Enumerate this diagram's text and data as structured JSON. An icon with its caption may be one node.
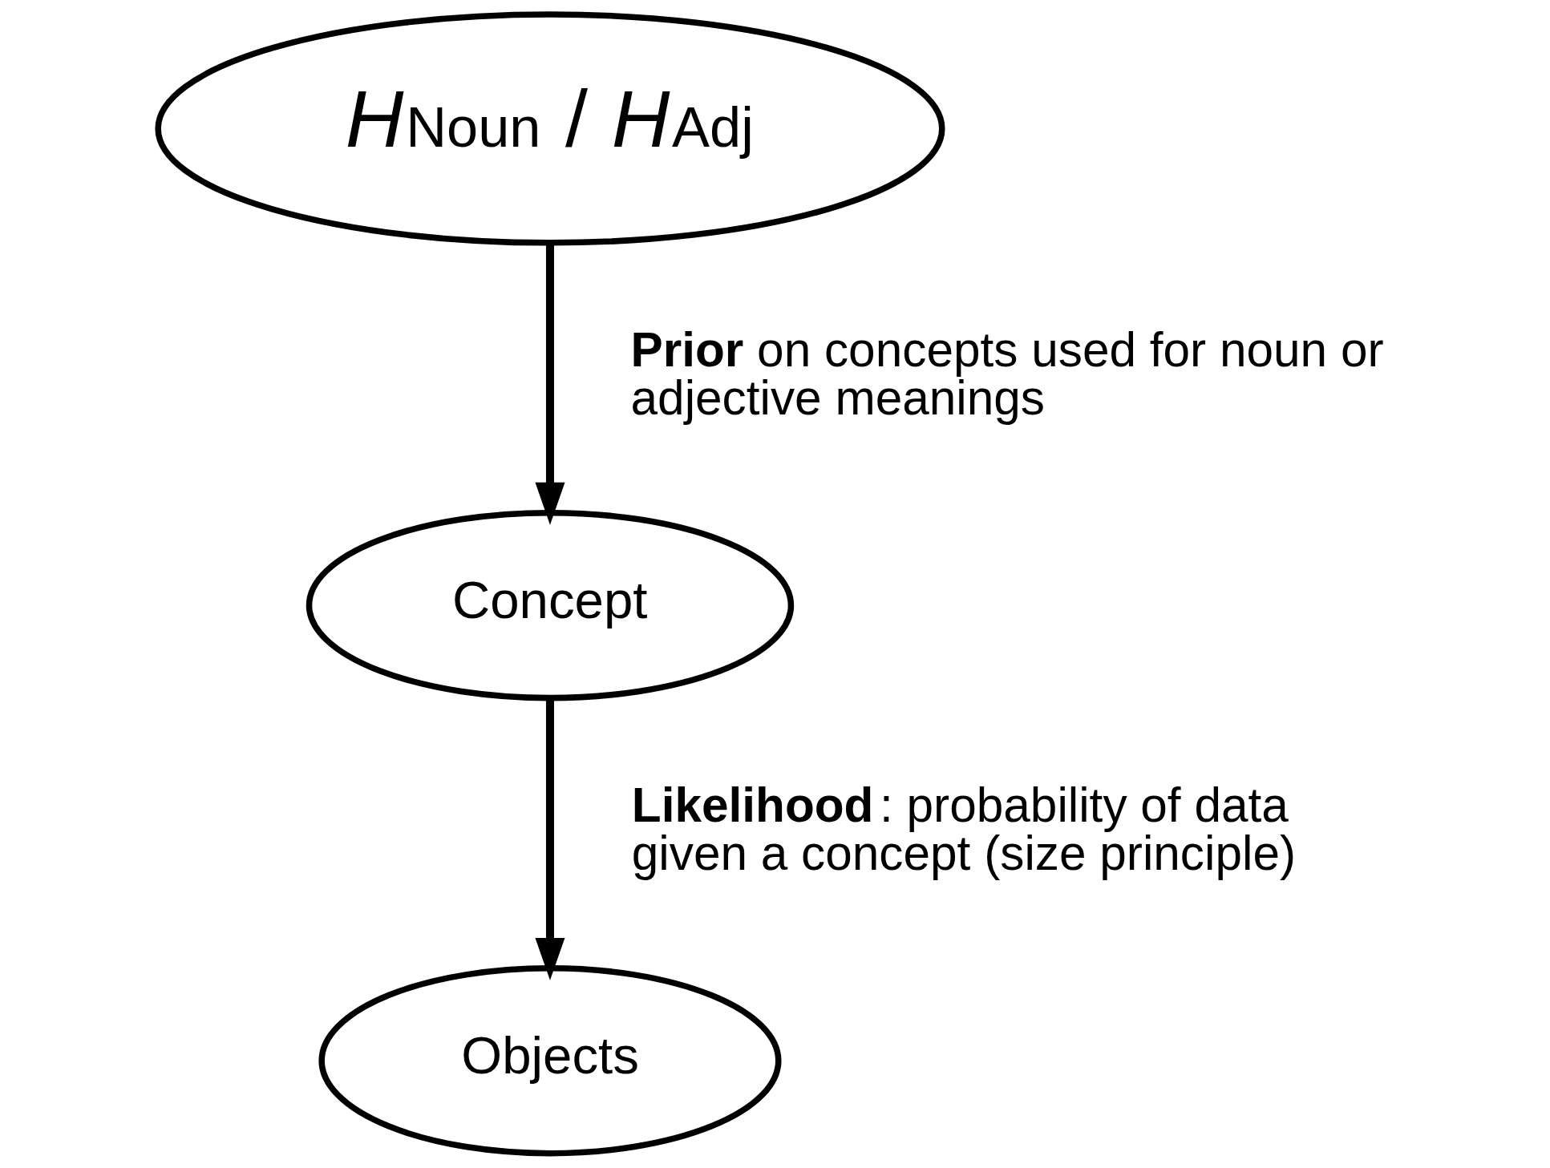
{
  "diagram": {
    "nodes": [
      {
        "text": [
          "*H*$_{Noun}$ / *H*$_{Adj}$"
        ]
      },
      {
        "text": [
          "Concept"
        ]
      },
      {
        "text": [
          "Objects"
        ]
      }
    ],
    "edges": [
      {
        "from": 0,
        "to": 1,
        "arrow": "to",
        "label": "**Prior** on concepts used for noun or adjective meanings"
      },
      {
        "from": 1,
        "to": 2,
        "arrow": "to",
        "label": "**Likelihood**: probability of data given a concept (size principle)"
      }
    ]
  }
}
